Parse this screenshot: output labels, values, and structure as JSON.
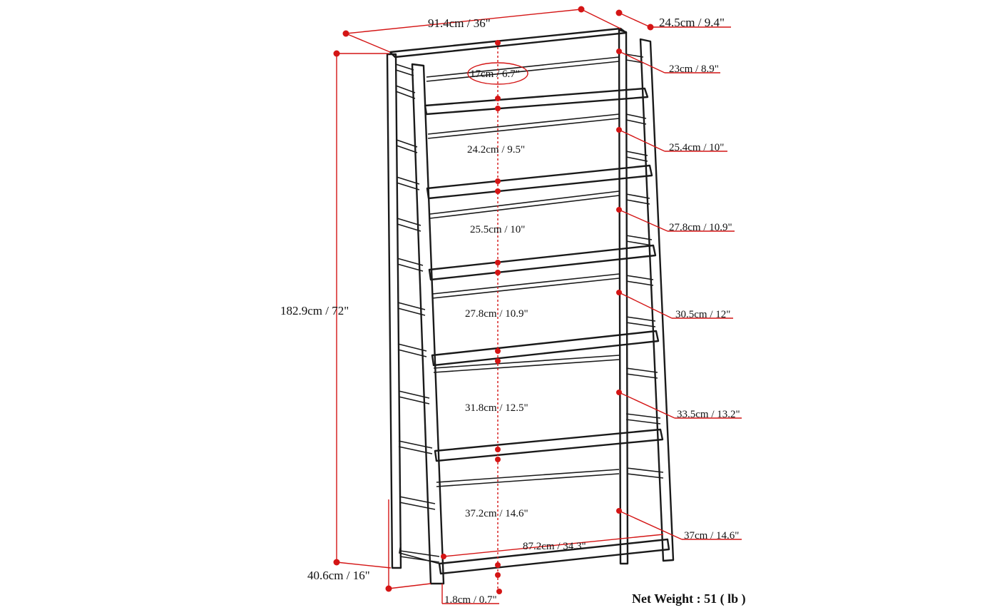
{
  "diagram": {
    "overall": {
      "width": "91.4cm / 36\"",
      "depth": "24.5cm / 9.4\"",
      "height": "182.9cm / 72\"",
      "base_depth": "40.6cm / 16\"",
      "leg_thickness": "1.8cm / 0.7\""
    },
    "shelf_clearances": [
      "17cm / 6.7\"",
      "24.2cm / 9.5\"",
      "25.5cm / 10\"",
      "27.8cm / 10.9\"",
      "31.8cm / 12.5\"",
      "37.2cm / 14.6\""
    ],
    "shelf_depths": [
      "23cm / 8.9\"",
      "25.4cm / 10\"",
      "27.8cm / 10.9\"",
      "30.5cm / 12\"",
      "33.5cm / 13.2\"",
      "37cm / 14.6\""
    ],
    "bottom_shelf_width": "87.2cm / 34.3\"",
    "net_weight": "Net Weight : 51 ( lb )",
    "colors": {
      "dimension": "#d41515",
      "outline": "#1a1a1a"
    }
  }
}
